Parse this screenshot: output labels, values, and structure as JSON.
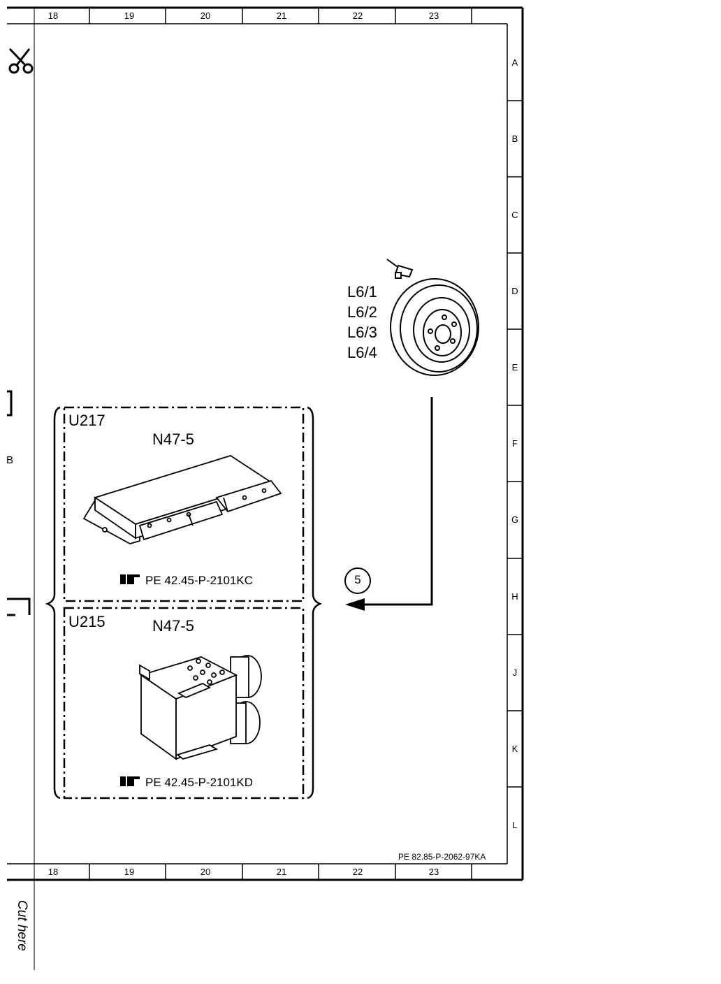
{
  "grid": {
    "columns": [
      "18",
      "19",
      "20",
      "21",
      "22",
      "23"
    ],
    "rows": [
      "A",
      "B",
      "C",
      "D",
      "E",
      "F",
      "G",
      "H",
      "J",
      "K",
      "L"
    ]
  },
  "components": {
    "sensor_labels": [
      "L6/1",
      "L6/2",
      "L6/3",
      "L6/4"
    ],
    "upper_box": {
      "variant": "U217",
      "part": "N47-5",
      "reference": "PE 42.45-P-2101KC"
    },
    "lower_box": {
      "variant": "U215",
      "part": "N47-5",
      "reference": "PE 42.45-P-2101KD"
    },
    "connection_number": "5"
  },
  "document_reference": "PE 82.85-P-2062-97KA",
  "margin": {
    "cut_text": "Cut here",
    "side_letter": "B"
  }
}
